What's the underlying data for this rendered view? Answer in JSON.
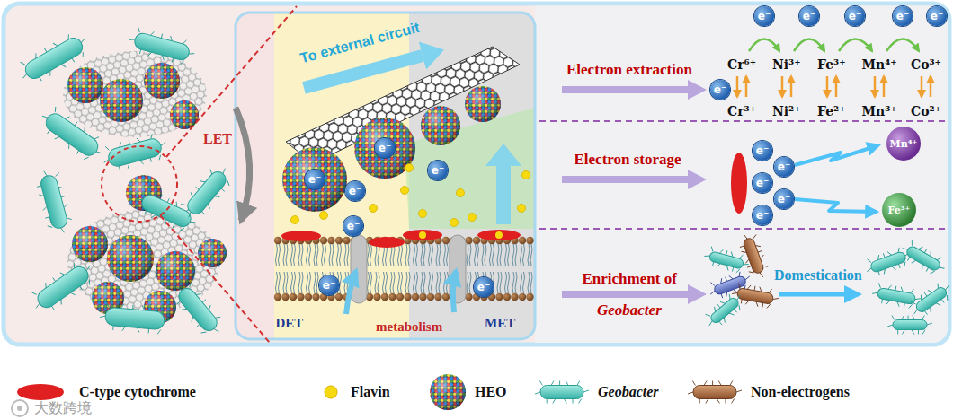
{
  "diagram": {
    "nodes": [
      {
        "text": [
          "e⁻"
        ]
      },
      {
        "text": [
          "e⁻"
        ]
      },
      {
        "text": [
          "Mn⁴⁺"
        ]
      },
      {
        "text": [
          "Fe³⁺"
        ]
      }
    ],
    "labels": [
      "LET",
      "To external circuit",
      "e⁻",
      "e⁻",
      "e⁻",
      "e⁻",
      "e⁻",
      "DET",
      "metabolism",
      "MET",
      "Electron extraction",
      "e⁻",
      "e⁻",
      "e⁻",
      "e⁻",
      "e⁻",
      "e⁻",
      "Cr⁶⁺",
      "Ni³⁺",
      "Fe³⁺",
      "Mn⁴⁺",
      "Co³⁺",
      "Cr³⁺",
      "Ni²⁺",
      "Fe²⁺",
      "Mn³⁺",
      "Co²⁺",
      "Electron storage",
      "e⁻",
      "e⁻",
      "e⁻",
      "e⁻",
      "e⁻",
      "Enrichment of",
      "Geobacter",
      "Domestication",
      "大数跨境"
    ],
    "legend": [
      {
        "text": "C-type cytochrome"
      },
      {
        "text": "Flavin"
      },
      {
        "text": "HEO"
      },
      {
        "text": "Geobacter"
      },
      {
        "text": "Non-electrogens"
      }
    ]
  }
}
